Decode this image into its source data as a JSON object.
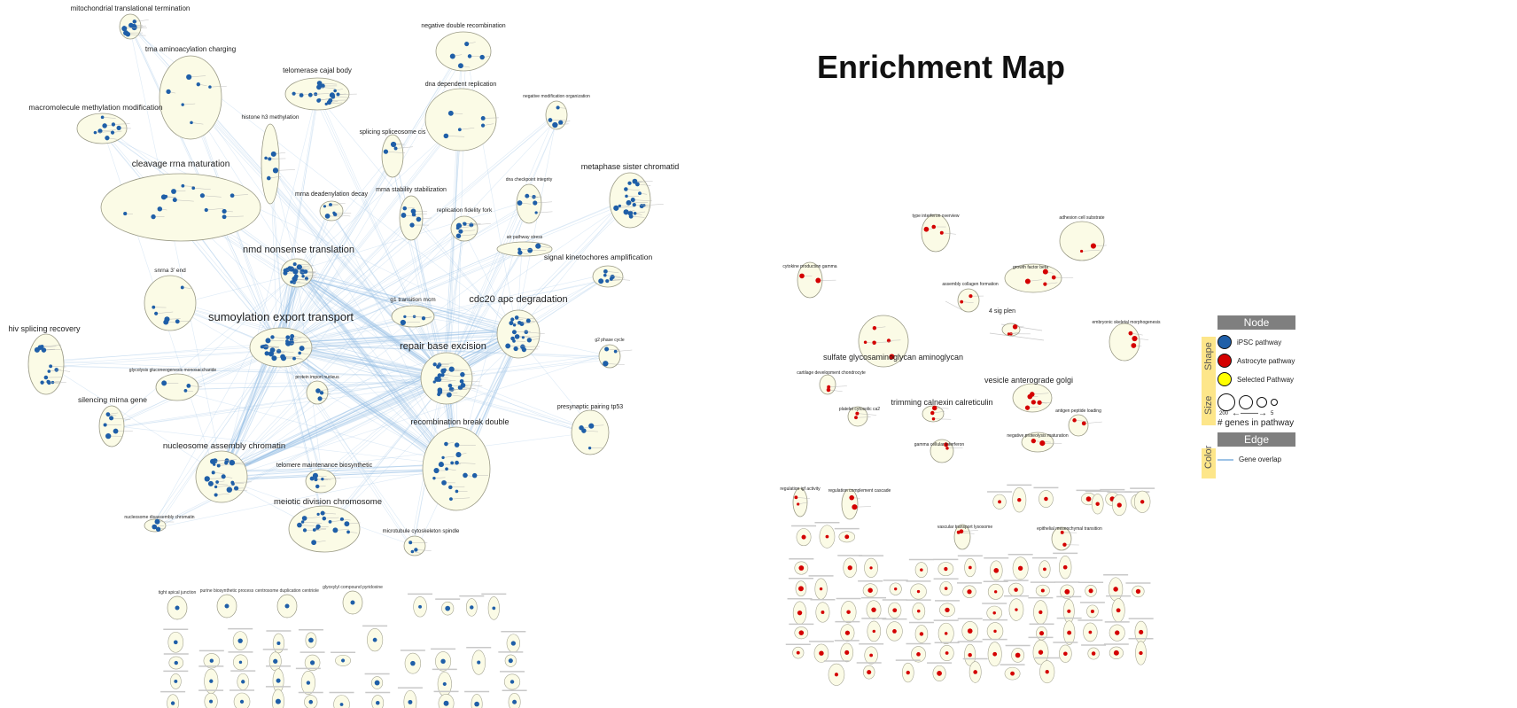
{
  "title": "Enrichment Map",
  "legend": {
    "node_header": "Node",
    "edge_header": "Edge",
    "shape_label": "Shape",
    "size_label": "Size",
    "color_label": "Color",
    "ipsc": "iPSC pathway",
    "astrocyte": "Astrocyte pathway",
    "selected": "Selected Pathway",
    "size_max": "200",
    "size_min": "5",
    "size_caption": "# genes in pathway",
    "edge_desc": "Gene overlap",
    "colors": {
      "ipsc": "#1f5fa8",
      "astrocyte": "#d40000",
      "selected": "#ffff00",
      "edge": "#9dc3e6"
    }
  },
  "left_network": {
    "clusters": [
      {
        "label": "mitochondrial translational termination"
      },
      {
        "label": "trna aminoacylation charging"
      },
      {
        "label": "macromolecule methylation modification"
      },
      {
        "label": "cleavage rrna maturation"
      },
      {
        "label": "telomerase cajal body"
      },
      {
        "label": "histone h3 methylation"
      },
      {
        "label": "negative double recombination"
      },
      {
        "label": "dna dependent replication"
      },
      {
        "label": "negative modification organization"
      },
      {
        "label": "splicing spliceosome cis"
      },
      {
        "label": "metaphase sister chromatid"
      },
      {
        "label": "mrna deadenylation decay"
      },
      {
        "label": "mrna stability stabilization"
      },
      {
        "label": "dna checkpoint integrity"
      },
      {
        "label": "replication fidelity fork"
      },
      {
        "label": "nmd nonsense translation"
      },
      {
        "label": "atr pathway stress"
      },
      {
        "label": "snrna 3' end"
      },
      {
        "label": "signal kinetochores amplification"
      },
      {
        "label": "sumoylation export transport"
      },
      {
        "label": "g1 transition mcm"
      },
      {
        "label": "cdc20 apc degradation"
      },
      {
        "label": "hiv splicing recovery"
      },
      {
        "label": "repair base excision"
      },
      {
        "label": "g2 phase cycle"
      },
      {
        "label": "glycolysis gluconeogenesis monosaccharide"
      },
      {
        "label": "protein import nucleus"
      },
      {
        "label": "silencing mirna gene"
      },
      {
        "label": "presynaptic pairing tp53"
      },
      {
        "label": "recombination break double"
      },
      {
        "label": "nucleosome assembly chromatin"
      },
      {
        "label": "telomere maintenance biosynthetic"
      },
      {
        "label": "meiotic division chromosome"
      },
      {
        "label": "nucleosome disassembly chromatin"
      },
      {
        "label": "microtubule cytoskeleton spindle"
      }
    ],
    "singletons": [
      {
        "label": "tight apical junction"
      },
      {
        "label": "purine biosynthetic process"
      },
      {
        "label": "centrosome duplication centriole"
      },
      {
        "label": "glyoxylyl compound pyridoxine"
      }
    ]
  },
  "right_network": {
    "clusters": [
      {
        "label": "sulfate glycosaminoglycan aminoglycan"
      },
      {
        "label": "vesicle anterograde golgi"
      },
      {
        "label": "4 sig plen"
      },
      {
        "label": "trimming calnexin calreticulin"
      },
      {
        "label": "cytokine production gamma"
      },
      {
        "label": "type interferon overview"
      },
      {
        "label": "adhesion cell substrate"
      },
      {
        "label": "growth factor beta"
      },
      {
        "label": "assembly collagen formation"
      },
      {
        "label": "embryonic skeletal morphogenesis"
      },
      {
        "label": "cartilage development chondrocyte"
      },
      {
        "label": "platelet cytosolic ca2"
      },
      {
        "label": "gamma cellular interferon"
      },
      {
        "label": "antigen peptide loading"
      },
      {
        "label": "negative proteolysis maturation"
      },
      {
        "label": "regulation igf activity"
      },
      {
        "label": "regulation complement cascade"
      },
      {
        "label": "vascular transport lysosome"
      },
      {
        "label": "epithelial mesenchymal transition"
      }
    ]
  }
}
